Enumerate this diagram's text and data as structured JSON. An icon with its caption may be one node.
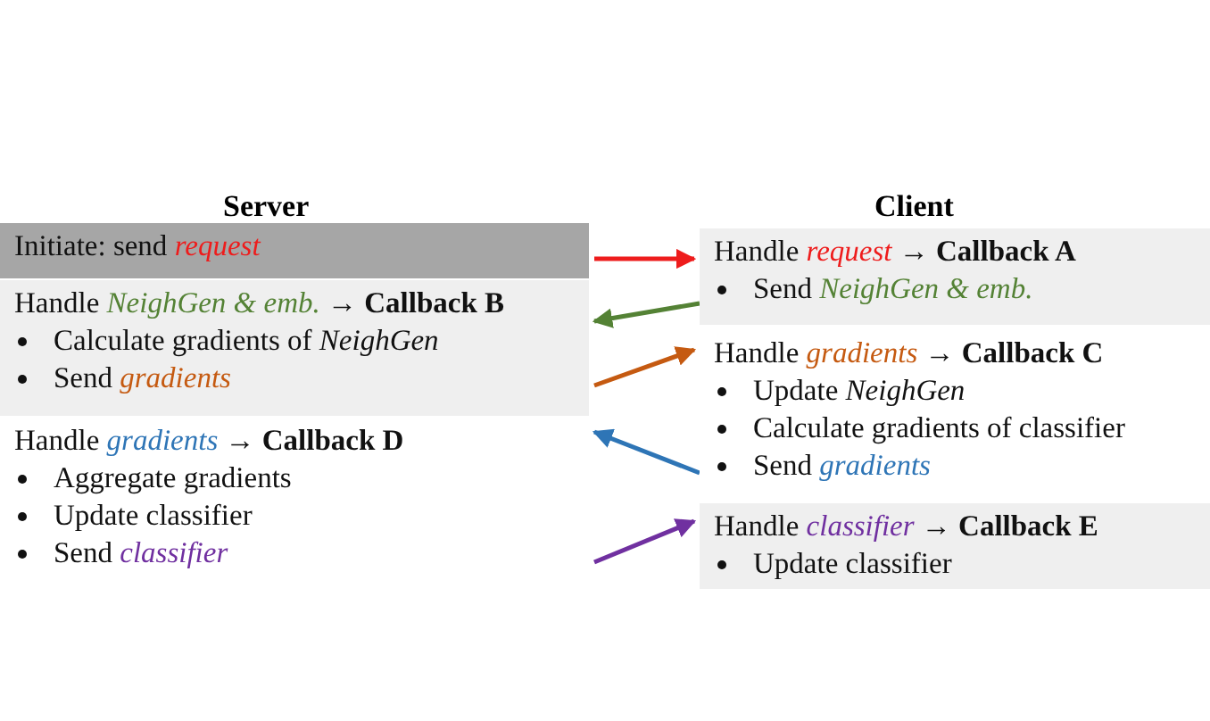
{
  "diagram": {
    "nodes": [
      {
        "text": [
          "Initiate: send *request*"
        ]
      },
      {
        "text": [
          "Handle *request* → **Callback A**",
          "Send *NeighGen & emb.*"
        ]
      },
      {
        "text": [
          "Handle *NeighGen & emb.* → **Callback B**",
          "Calculate gradients of *NeighGen*",
          "Send *gradients*"
        ]
      },
      {
        "text": [
          "Handle *gradients* → **Callback C**",
          "Update *NeighGen*",
          "Calculate gradients of classifier",
          "Send *gradients*"
        ]
      },
      {
        "text": [
          "Handle *gradients* → **Callback D**",
          "Aggregate gradients",
          "Update classifier",
          "Send *classifier*"
        ]
      },
      {
        "text": [
          "Handle *classifier* → **Callback E**",
          "Update classifier"
        ]
      }
    ],
    "edges": [
      {
        "from": 0,
        "to": 1,
        "arrow": "to",
        "color": "#ee1c1c"
      },
      {
        "from": 1,
        "to": 2,
        "arrow": "to",
        "color": "#548235"
      },
      {
        "from": 2,
        "to": 3,
        "arrow": "to",
        "color": "#c55a11"
      },
      {
        "from": 3,
        "to": 4,
        "arrow": "to",
        "color": "#2e75b6"
      },
      {
        "from": 4,
        "to": 5,
        "arrow": "to",
        "color": "#7030a0"
      }
    ],
    "labels": [
      "Server",
      "Client"
    ]
  }
}
